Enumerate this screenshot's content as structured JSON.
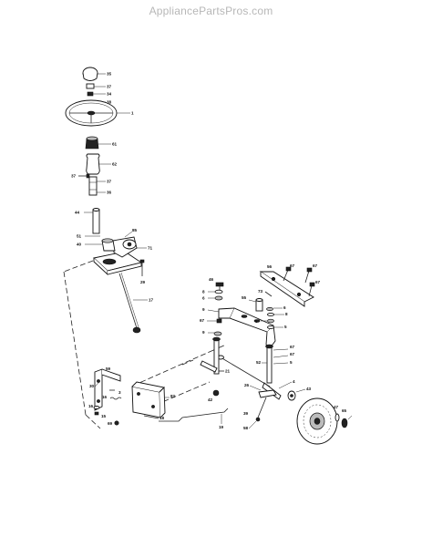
{
  "watermark": "AppliancePartsPros.com",
  "part_labels": {
    "p35": "35",
    "p37a": "37",
    "p34": "34",
    "p38": "38",
    "p1": "1",
    "p61": "61",
    "p62": "62",
    "p37b": "37",
    "p37c": "37",
    "p36": "36",
    "p44": "44",
    "p85": "85",
    "p51": "51",
    "p40": "40",
    "p71": "71",
    "p29": "29",
    "p17": "17",
    "p46": "46",
    "p56": "56",
    "p67a": "67",
    "p67b": "67",
    "p67c": "67",
    "p8a": "8",
    "p6a": "6",
    "p9a": "9",
    "p67d": "67",
    "p9b": "9",
    "p55": "55",
    "p73": "73",
    "p6b": "6",
    "p8b": "8",
    "p6c": "6",
    "p5a": "5",
    "p67e": "67",
    "p67f": "67",
    "p5b": "5",
    "p52": "52",
    "p26": "26",
    "p4": "4",
    "p43": "43",
    "p47": "47",
    "p65": "65",
    "p21": "21",
    "p42": "42",
    "p39": "39",
    "p58": "58",
    "p59": "59",
    "p30": "30",
    "p82": "82",
    "p3": "3",
    "p16": "16",
    "p15": "15",
    "p16b": "16",
    "p69": "69",
    "p18": "18",
    "p19": "19"
  }
}
